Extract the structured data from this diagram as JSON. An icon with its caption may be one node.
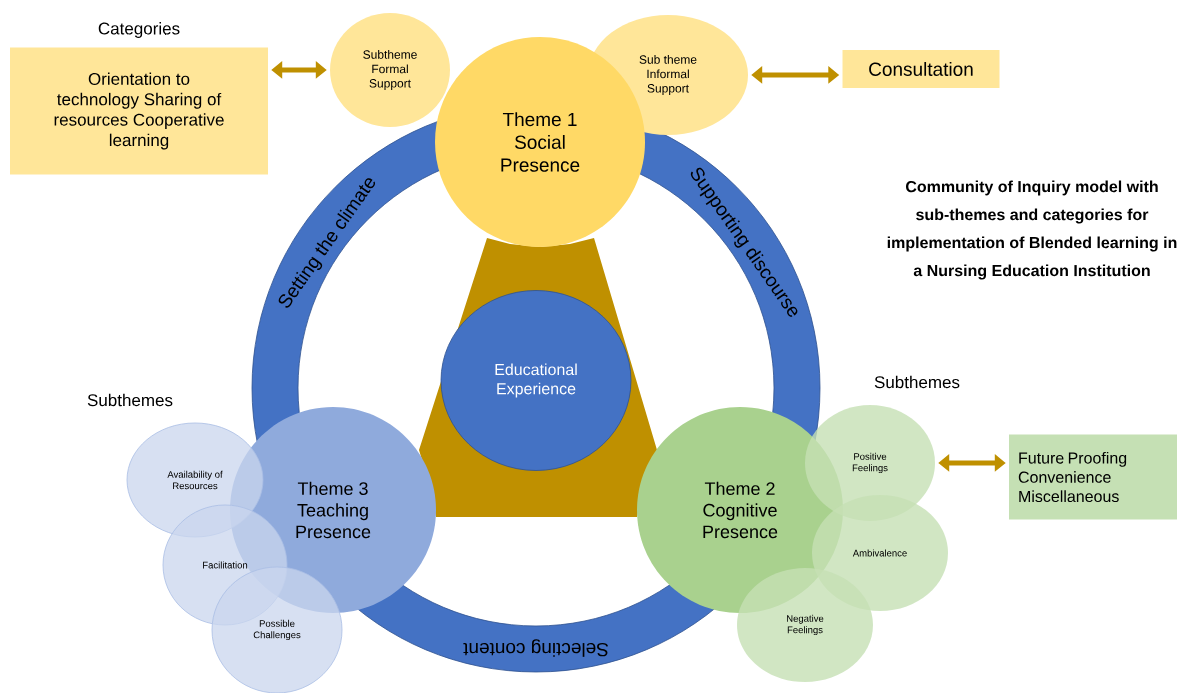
{
  "diagram": {
    "title": "Community of Inquiry model with sub-themes and categories for implementation of Blended learning in a Nursing Education Institution",
    "nodes": [
      {
        "text": [
          "Categories",
          "Orientation to technology Sharing of resources Cooperative learning"
        ]
      },
      {
        "text": [
          "Subtheme Formal Support"
        ]
      },
      {
        "text": [
          "Theme 1 Social Presence"
        ]
      },
      {
        "text": [
          "Sub theme Informal Support"
        ]
      },
      {
        "text": [
          "Consultation"
        ]
      },
      {
        "text": [
          "Setting the climate",
          "Supporting discourse",
          "Selecting content"
        ]
      },
      {
        "text": [],
        "shape": "triangle",
        "in": 5
      },
      {
        "text": [
          "Educational Experience"
        ],
        "in": 6
      },
      {
        "text": [
          "Theme 3 Teaching Presence"
        ]
      },
      {
        "text": [
          "Availability of Resources"
        ]
      },
      {
        "text": [
          "Facilitation"
        ]
      },
      {
        "text": [
          "Possible Challenges"
        ]
      },
      {
        "text": [
          "Theme 2 Cognitive Presence"
        ]
      },
      {
        "text": [
          "Positive Feelings"
        ]
      },
      {
        "text": [
          "Ambivalence"
        ]
      },
      {
        "text": [
          "Negative Feelings"
        ]
      },
      {
        "text": [
          "Future Proofing Convenience Miscellaneous"
        ]
      }
    ],
    "edges": [
      {
        "from": 0,
        "to": 1,
        "arrow": "both"
      },
      {
        "from": 3,
        "to": 4,
        "arrow": "both"
      },
      {
        "from": 13,
        "to": 16,
        "arrow": "both"
      }
    ],
    "labels": [
      "Subthemes",
      "Subthemes"
    ]
  }
}
